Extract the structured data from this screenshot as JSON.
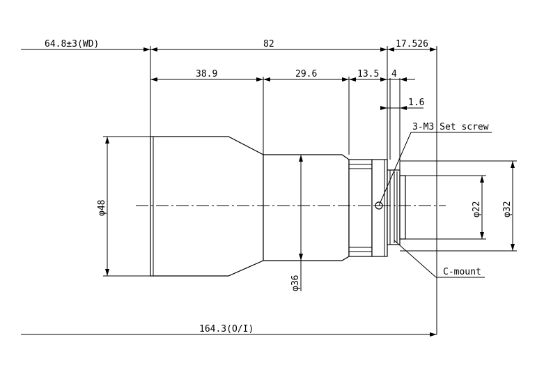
{
  "dimensions": {
    "working_distance": "64.8±3(WD)",
    "lens_length": "82",
    "flange_back": "17.526",
    "front_section": "38.9",
    "middle_section": "29.6",
    "ring_section": "13.5",
    "mount_section": "4",
    "screw_offset": "1.6",
    "total_length": "164.3(O/I)"
  },
  "diameters": {
    "front": "φ48",
    "middle": "φ36",
    "inner": "φ22",
    "outer_mount": "φ32"
  },
  "callouts": {
    "set_screw": "3-M3 Set screw",
    "mount": "C-mount"
  }
}
